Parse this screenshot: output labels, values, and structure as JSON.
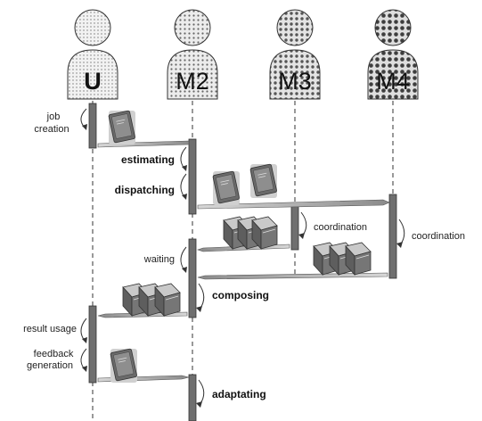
{
  "actors": [
    {
      "id": "U",
      "label": "U",
      "pattern": "dots"
    },
    {
      "id": "M2",
      "label": "M2",
      "pattern": "fine"
    },
    {
      "id": "M3",
      "label": "M3",
      "pattern": "medium"
    },
    {
      "id": "M4",
      "label": "M4",
      "pattern": "coarse"
    }
  ],
  "labels": {
    "job_creation_1": "job",
    "job_creation_2": "creation",
    "estimating": "estimating",
    "dispatching": "dispatching",
    "coordination_m3": "coordination",
    "coordination_m4": "coordination",
    "waiting": "waiting",
    "composing": "composing",
    "result_usage": "result usage",
    "feedback_generation_1": "feedback",
    "feedback_generation_2": "generation",
    "adaptating": "adaptating"
  },
  "colors": {
    "activation_bar": "#6f6f6f",
    "arrow": "#8a8a8a",
    "book_body": "#6c6c6c",
    "book_cover": "#c9c9c9",
    "stroke": "#333333"
  },
  "icons": {
    "actor": "person-silhouette-icon",
    "document": "book-icon"
  }
}
